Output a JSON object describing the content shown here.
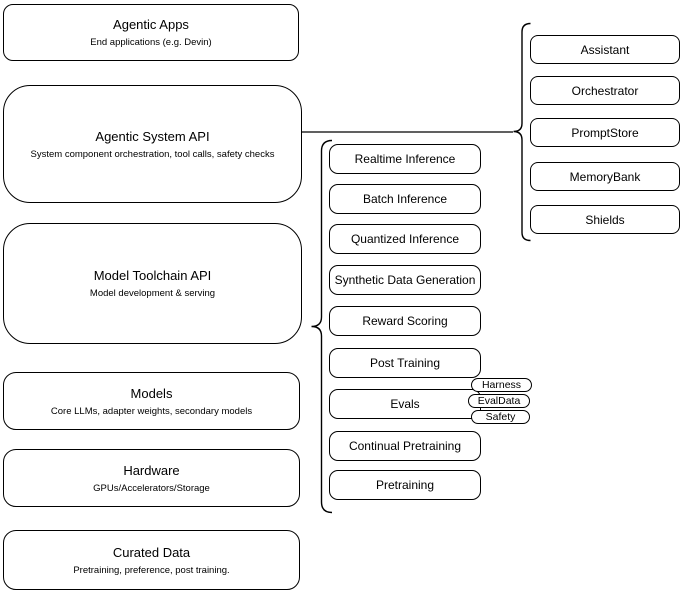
{
  "diagram": {
    "colors": {
      "background": "#ffffff",
      "stroke": "#000000",
      "text": "#000000"
    },
    "layers": [
      {
        "title": "Agentic Apps",
        "subtitle": "End applications (e.g. Devin)"
      },
      {
        "title": "Agentic System API",
        "subtitle": "System component orchestration, tool calls, safety checks"
      },
      {
        "title": "Model Toolchain API",
        "subtitle": "Model development & serving"
      },
      {
        "title": "Models",
        "subtitle": "Core LLMs, adapter weights, secondary models"
      },
      {
        "title": "Hardware",
        "subtitle": "GPUs/Accelerators/Storage"
      },
      {
        "title": "Curated Data",
        "subtitle": "Pretraining, preference, post training."
      }
    ],
    "toolchain_services": [
      "Realtime Inference",
      "Batch Inference",
      "Quantized Inference",
      "Synthetic Data Generation",
      "Reward Scoring",
      "Post Training",
      "Evals",
      "Continual Pretraining",
      "Pretraining"
    ],
    "eval_tags": [
      "Harness",
      "EvalData",
      "Safety"
    ],
    "system_components": [
      "Assistant",
      "Orchestrator",
      "PromptStore",
      "MemoryBank",
      "Shields"
    ]
  }
}
